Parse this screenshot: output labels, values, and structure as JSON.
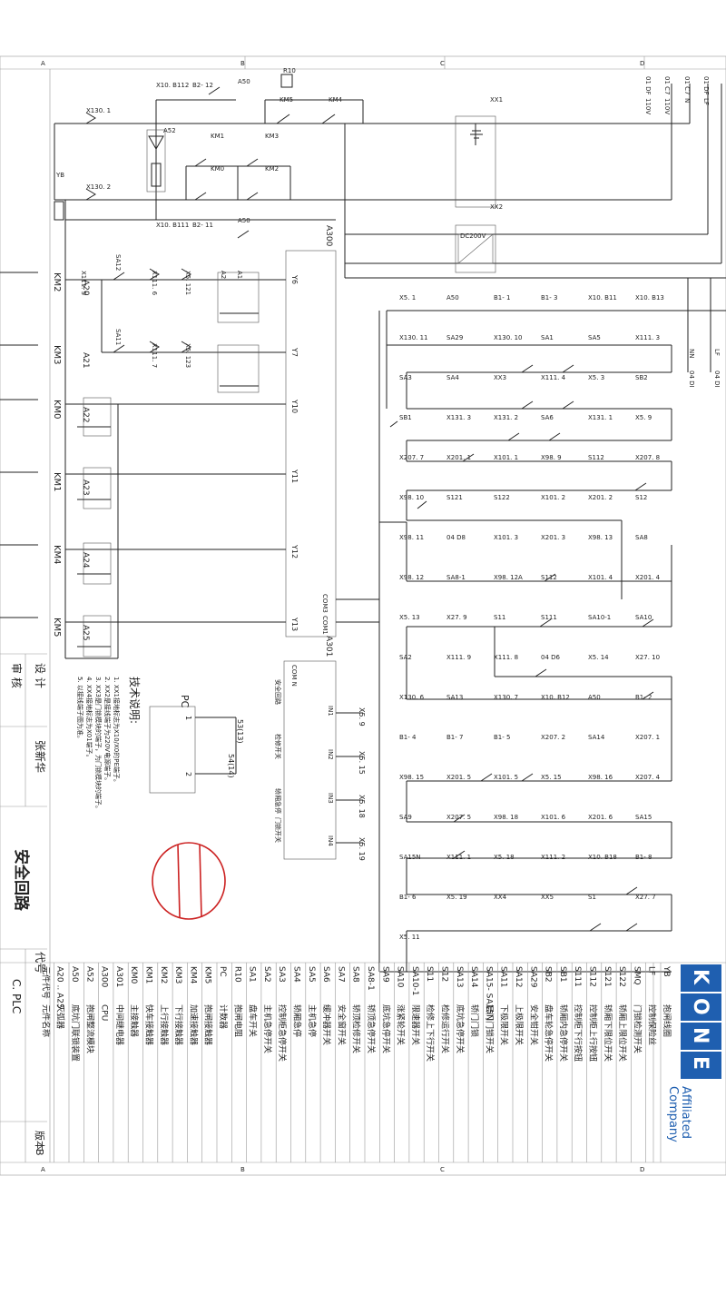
{
  "sheet": {
    "title": "安全回路",
    "design_label": "设 计",
    "designer": "张新华",
    "review_label": "审 核",
    "code_label": "代号",
    "code_value": "C. PLC",
    "version_label": "版本",
    "version_value": "B",
    "col_markers": [
      "A",
      "B",
      "C",
      "D"
    ],
    "company_affiliated": "Affiliated",
    "company_name": "Company"
  },
  "logo": {
    "letters": [
      "K",
      "O",
      "N",
      "E"
    ],
    "color": "#1f5fb0"
  },
  "stamp": {
    "color": "#cc2222"
  },
  "supply": [
    "01 DF",
    "01 C7",
    "01 C7",
    "01 DF"
  ],
  "supply_values": [
    "110V",
    "110V",
    "N",
    "LF"
  ],
  "power_labels": [
    "LF",
    "NN",
    "04 DI",
    "04 DI"
  ],
  "pc_label": "PC",
  "km0_terminals": [
    "53(13)",
    "54(14)",
    "1",
    "2"
  ],
  "tech_notes": {
    "heading": "技术说明:",
    "items": [
      "1. XX1接地标志为X10/X0的PE端子。",
      "2. XX2是接线端子为220V电源端子。",
      "3. XX3是门锁模块的端子，为门锁模块的端子。",
      "4. XX4接地标志为X01端子。",
      "5. 以接线端子图为准。"
    ]
  },
  "plc_a300": {
    "label": "A300",
    "outputs": [
      "Y6",
      "Y7",
      "Y10",
      "Y11",
      "Y12",
      "Y13",
      "COM3",
      "COM1"
    ]
  },
  "plc_a301": {
    "label": "A301",
    "com": "COM N",
    "inputs": [
      "IN1",
      "IN2",
      "IN3",
      "IN4"
    ],
    "input_nets": [
      "X5. 9",
      "X5. 15",
      "X5. 18",
      "X5. 19"
    ],
    "side_text": [
      "安全回路",
      "检修开关",
      "轿厢急停",
      "门锁开关"
    ]
  },
  "left_contactors": [
    "KM2",
    "KM3",
    "KM0",
    "KM1",
    "KM4",
    "KM5"
  ],
  "left_coils": [
    "A20",
    "A21",
    "A22",
    "A23",
    "A24",
    "A25"
  ],
  "top_labels": [
    "X130. 1",
    "X130. 2",
    "X10. B112",
    "B2- 12",
    "A50",
    "R10",
    "KM5",
    "KM4",
    "KM1",
    "KM3",
    "KM0",
    "KM2",
    "A52",
    "YB",
    "XX1",
    "XX2",
    "DC200V",
    "X10. B111",
    "B2- 11",
    "A50"
  ],
  "coil_labels": [
    "SA12",
    "SA11",
    "X111. 5",
    "X111. 6",
    "X111. 7",
    "X5. 121",
    "X5. 123",
    "A1",
    "A2"
  ],
  "right_labels": [
    "X5. 1",
    "A50",
    "B1- 1",
    "B1- 3",
    "X10. B11",
    "X10. B13",
    "X130. 11",
    "SA29",
    "X130. 10",
    "SA1",
    "SA5",
    "X111. 3",
    "SA3",
    "SA4",
    "XX3",
    "X111. 4",
    "X5. 3",
    "SB2",
    "SB1",
    "X131. 3",
    "X131. 2",
    "SA6",
    "X131. 1",
    "X5. 9",
    "X207. 7",
    "X201. 1",
    "X101. 1",
    "X98. 9",
    "S112",
    "X207. 8",
    "X98. 10",
    "S121",
    "S122",
    "X101. 2",
    "X201. 2",
    "S12",
    "X98. 11",
    "04 D8",
    "X101. 3",
    "X201. 3",
    "X98. 13",
    "SA8",
    "X98. 12",
    "SA8-1",
    "X98. 12A",
    "S112",
    "X101. 4",
    "X201. 4",
    "X5. 13",
    "X27. 9",
    "S11",
    "S111",
    "SA10-1",
    "SA10",
    "SA2",
    "X111. 9",
    "X111. 8",
    "04 D6",
    "X5. 14",
    "X27. 10",
    "X130. 6",
    "SA13",
    "X130. 7",
    "X10. B12",
    "A50",
    "B1- 2",
    "B1- 4",
    "B1- 7",
    "B1- 5",
    "X207. 2",
    "SA14",
    "X207. 1",
    "X98. 15",
    "X201. 5",
    "X101. 5",
    "X5. 15",
    "X98. 16",
    "X207. 4",
    "SA9",
    "X207. 5",
    "X98. 18",
    "X101. 6",
    "X201. 6",
    "SA15",
    "SA15N",
    "X111. 1",
    "X5. 18",
    "X111. 2",
    "X10. B18",
    "B1- 8",
    "B1- 6",
    "X5. 19",
    "XX4",
    "XX5",
    "S1",
    "X27. 7",
    "X5. 11"
  ],
  "legend": {
    "header_code": "元件代号",
    "header_name": "元件名称",
    "rows": [
      {
        "code": "YB",
        "name": "抱闸线圈"
      },
      {
        "code": "LF",
        "name": "控制保险丝"
      },
      {
        "code": "SMQ",
        "name": "门锁检测开关"
      },
      {
        "code": "S122",
        "name": "轿厢上限位开关"
      },
      {
        "code": "S121",
        "name": "轿厢下限位开关"
      },
      {
        "code": "S112",
        "name": "控制柜上行按钮"
      },
      {
        "code": "S111",
        "name": "控制柜下行按钮"
      },
      {
        "code": "SB1",
        "name": "轿厢内急停开关"
      },
      {
        "code": "SB2",
        "name": "盘车轮急停开关"
      },
      {
        "code": "SA29",
        "name": "安全钳开关"
      },
      {
        "code": "SA12",
        "name": "上极限开关"
      },
      {
        "code": "SA11",
        "name": "下极限开关"
      },
      {
        "code": "SA15- SA15N",
        "name": "层门门锁开关"
      },
      {
        "code": "SA14",
        "name": "轿门门锁"
      },
      {
        "code": "SA13",
        "name": "底坑急停开关"
      },
      {
        "code": "S12",
        "name": "检修运行开关"
      },
      {
        "code": "S11",
        "name": "检修上下行开关"
      },
      {
        "code": "SA10-1",
        "name": "限速器开关"
      },
      {
        "code": "SA10",
        "name": "涨紧轮开关"
      },
      {
        "code": "SA9",
        "name": "底坑急停开关"
      },
      {
        "code": "SA8-1",
        "name": "轿顶急停开关"
      },
      {
        "code": "SA8",
        "name": "轿顶检修开关"
      },
      {
        "code": "SA7",
        "name": "安全窗开关"
      },
      {
        "code": "SA6",
        "name": "缓冲器开关"
      },
      {
        "code": "SA5",
        "name": "主机急停"
      },
      {
        "code": "SA4",
        "name": "轿厢急停"
      },
      {
        "code": "SA3",
        "name": "控制柜急停开关"
      },
      {
        "code": "SA2",
        "name": "主机急停开关"
      },
      {
        "code": "SA1",
        "name": "盘车开关"
      },
      {
        "code": "R10",
        "name": "抱闸电阻"
      },
      {
        "code": "PC",
        "name": "计数器"
      },
      {
        "code": "KM5",
        "name": "抱闸接触器"
      },
      {
        "code": "KM4",
        "name": "加速接触器"
      },
      {
        "code": "KM3",
        "name": "下行接触器"
      },
      {
        "code": "KM2",
        "name": "上行接触器"
      },
      {
        "code": "KM1",
        "name": "快车接触器"
      },
      {
        "code": "KM0",
        "name": "主接触器"
      },
      {
        "code": "A301",
        "name": "中间继电器"
      },
      {
        "code": "A300",
        "name": "CPU"
      },
      {
        "code": "A52",
        "name": "抱闸整流模块"
      },
      {
        "code": "A50",
        "name": "底坑门联锁装置"
      },
      {
        "code": "A20 .. A25",
        "name": "灭弧器"
      }
    ]
  }
}
